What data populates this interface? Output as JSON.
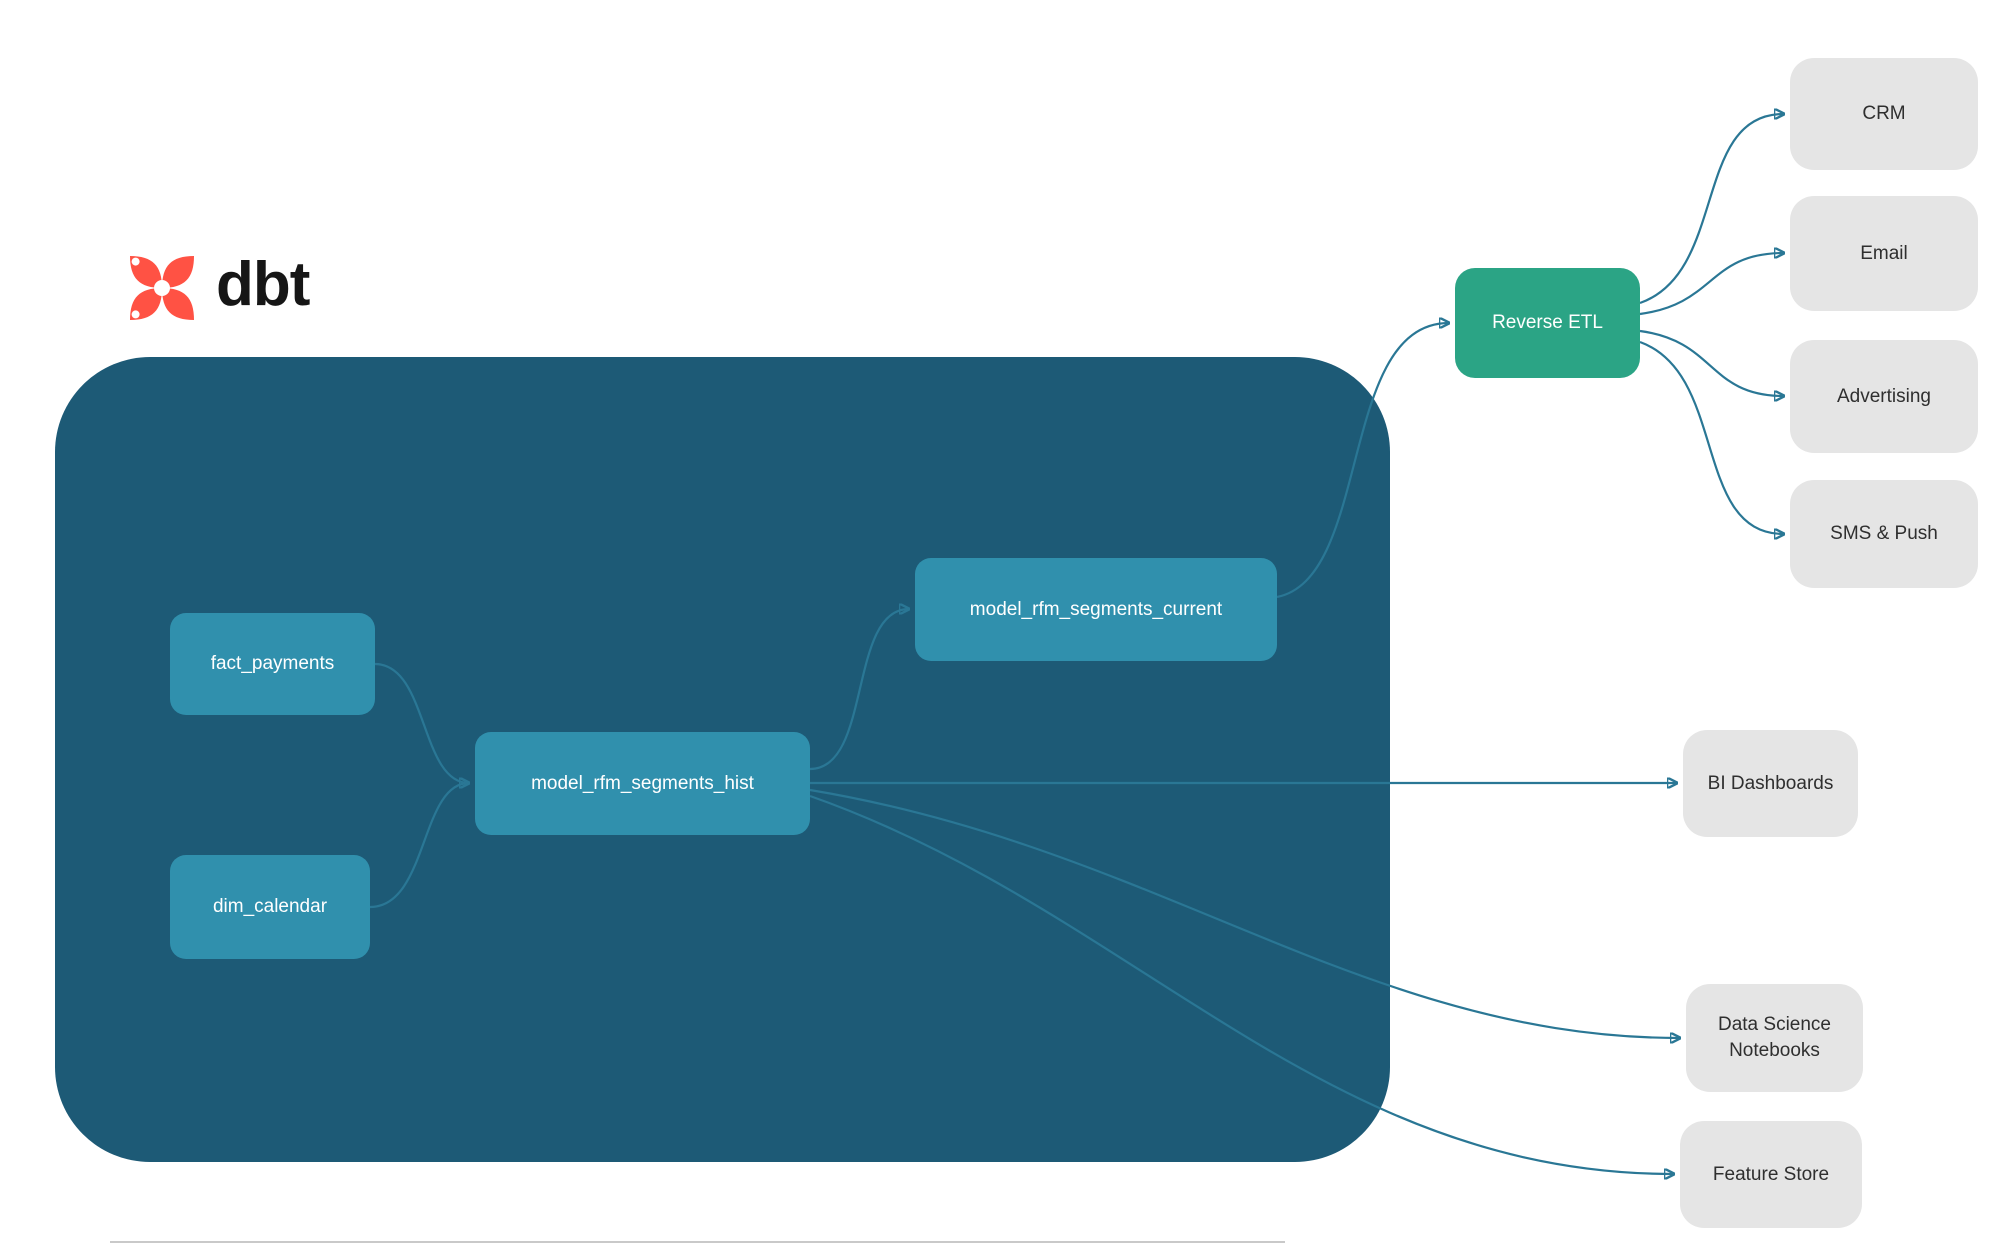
{
  "logo": {
    "text": "dbt"
  },
  "nodes": {
    "fact_payments": {
      "label": "fact_payments"
    },
    "dim_calendar": {
      "label": "dim_calendar"
    },
    "model_rfm_segments_hist": {
      "label": "model_rfm_segments_hist"
    },
    "model_rfm_segments_current": {
      "label": "model_rfm_segments_current"
    },
    "reverse_etl": {
      "label": "Reverse ETL"
    },
    "crm": {
      "label": "CRM"
    },
    "email": {
      "label": "Email"
    },
    "advertising": {
      "label": "Advertising"
    },
    "sms_push": {
      "label": "SMS & Push"
    },
    "bi_dashboards": {
      "label": "BI Dashboards"
    },
    "data_science_notebooks": {
      "label": "Data Science Notebooks"
    },
    "feature_store": {
      "label": "Feature Store"
    }
  },
  "edges": [
    {
      "from": "fact_payments",
      "to": "model_rfm_segments_hist"
    },
    {
      "from": "dim_calendar",
      "to": "model_rfm_segments_hist"
    },
    {
      "from": "model_rfm_segments_hist",
      "to": "model_rfm_segments_current"
    },
    {
      "from": "model_rfm_segments_current",
      "to": "reverse_etl"
    },
    {
      "from": "reverse_etl",
      "to": "crm"
    },
    {
      "from": "reverse_etl",
      "to": "email"
    },
    {
      "from": "reverse_etl",
      "to": "advertising"
    },
    {
      "from": "reverse_etl",
      "to": "sms_push"
    },
    {
      "from": "model_rfm_segments_hist",
      "to": "bi_dashboards"
    },
    {
      "from": "model_rfm_segments_hist",
      "to": "data_science_notebooks"
    },
    {
      "from": "model_rfm_segments_hist",
      "to": "feature_store"
    }
  ],
  "colors": {
    "background": "#ffffff",
    "container": "#1d5a76",
    "model_node": "#3090ad",
    "reverse_etl_node": "#2ba485",
    "destination_node": "#e5e5e5",
    "arrow": "#2a7795",
    "node_text_light": "#ffffff",
    "node_text_dark": "#2f2f2f",
    "logo_orange": "#ff5244"
  }
}
